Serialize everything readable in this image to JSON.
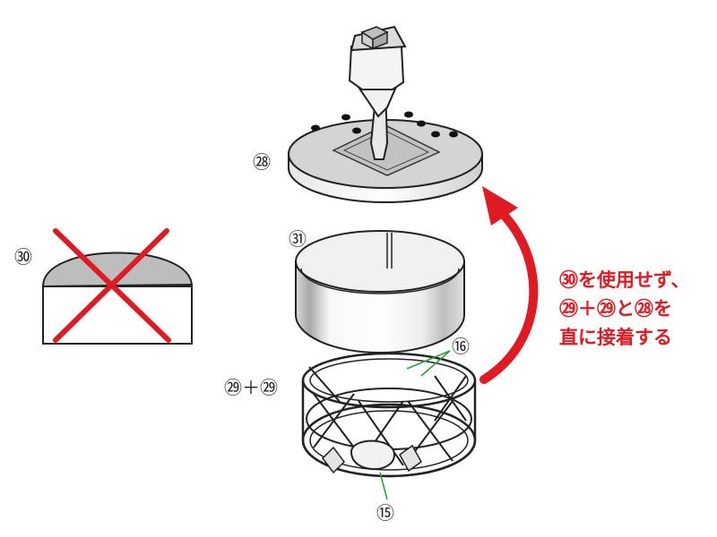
{
  "labels": {
    "part_28": "㉘",
    "part_31": "㉛",
    "part_30": "㉚",
    "part_29_pair": "㉙＋㉙",
    "part_16": "⑯",
    "part_15": "⑮"
  },
  "instruction": {
    "line1": "㉚を使用せず、",
    "line2": "㉙＋㉙と㉘を",
    "line3": "直に接着する"
  },
  "colors": {
    "cross": "#e01a22",
    "arrow": "#e01a22",
    "leader": "#2e9e3c",
    "outline": "#222222"
  }
}
